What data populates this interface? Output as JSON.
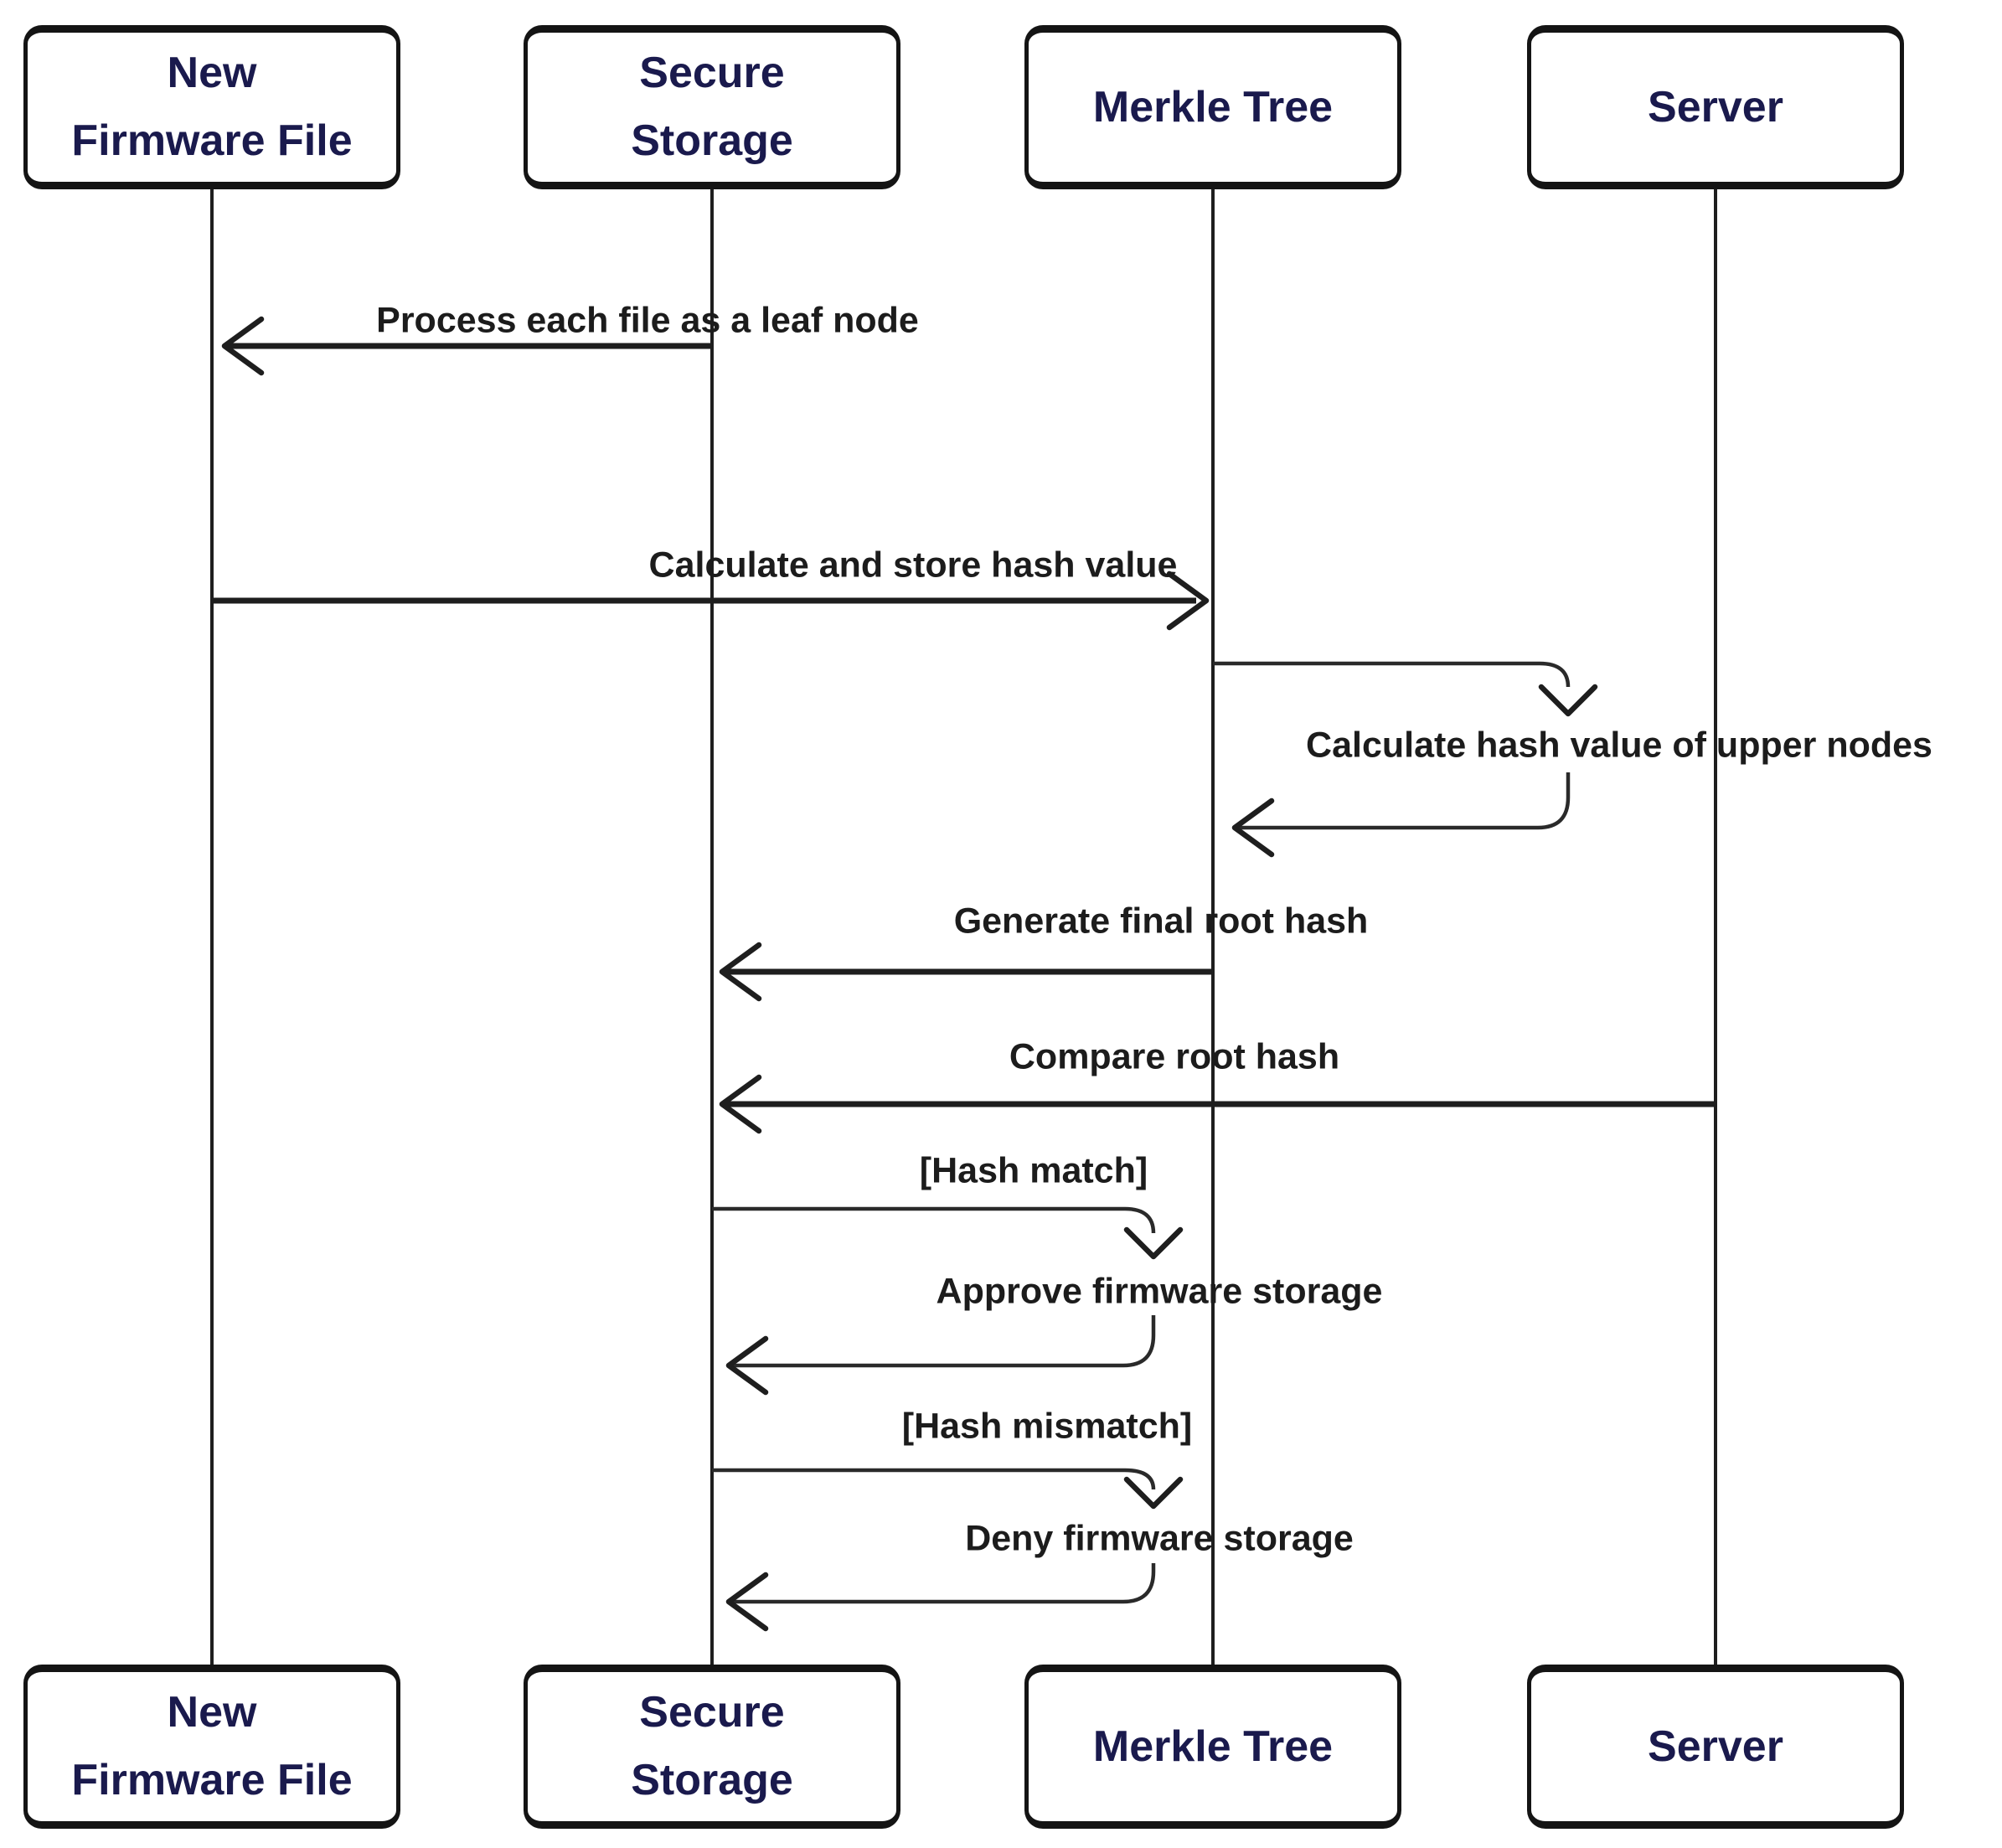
{
  "diagram": {
    "type": "sequence-diagram",
    "background_color": "#ffffff",
    "line_color": "#1e1e1e",
    "actor_text_color": "#1a1a4d",
    "message_text_color": "#1c1c1c"
  },
  "actors": [
    {
      "id": "new-firmware-file",
      "label": "New Firmware File",
      "line1": "New",
      "line2": "Firmware File"
    },
    {
      "id": "secure-storage",
      "label": "Secure Storage",
      "line1": "Secure",
      "line2": "Storage"
    },
    {
      "id": "merkle-tree",
      "label": "Merkle Tree",
      "line1": "Merkle Tree",
      "line2": ""
    },
    {
      "id": "server",
      "label": "Server",
      "line1": "Server",
      "line2": ""
    }
  ],
  "messages": [
    {
      "label": "Process each file as a leaf node",
      "from": "Secure Storage",
      "to": "New Firmware File",
      "direction": "left"
    },
    {
      "label": "Calculate and store hash value",
      "from": "New Firmware File",
      "to": "Merkle Tree",
      "direction": "right"
    },
    {
      "label": "Calculate hash value of upper nodes",
      "from": "Merkle Tree",
      "to": "Merkle Tree",
      "direction": "self"
    },
    {
      "label": "Generate final root hash",
      "from": "Merkle Tree",
      "to": "Secure Storage",
      "direction": "left"
    },
    {
      "label": "Compare root hash",
      "from": "Server",
      "to": "Secure Storage",
      "direction": "left"
    },
    {
      "label": "[Hash match]",
      "from": "Secure Storage",
      "to": "Secure Storage",
      "direction": "self"
    },
    {
      "label": "Approve firmware storage",
      "from": "Merkle Tree",
      "to": "Secure Storage",
      "direction": "self-return"
    },
    {
      "label": "[Hash mismatch]",
      "from": "Secure Storage",
      "to": "Secure Storage",
      "direction": "self"
    },
    {
      "label": "Deny firmware storage",
      "from": "Merkle Tree",
      "to": "Secure Storage",
      "direction": "self-return"
    }
  ]
}
